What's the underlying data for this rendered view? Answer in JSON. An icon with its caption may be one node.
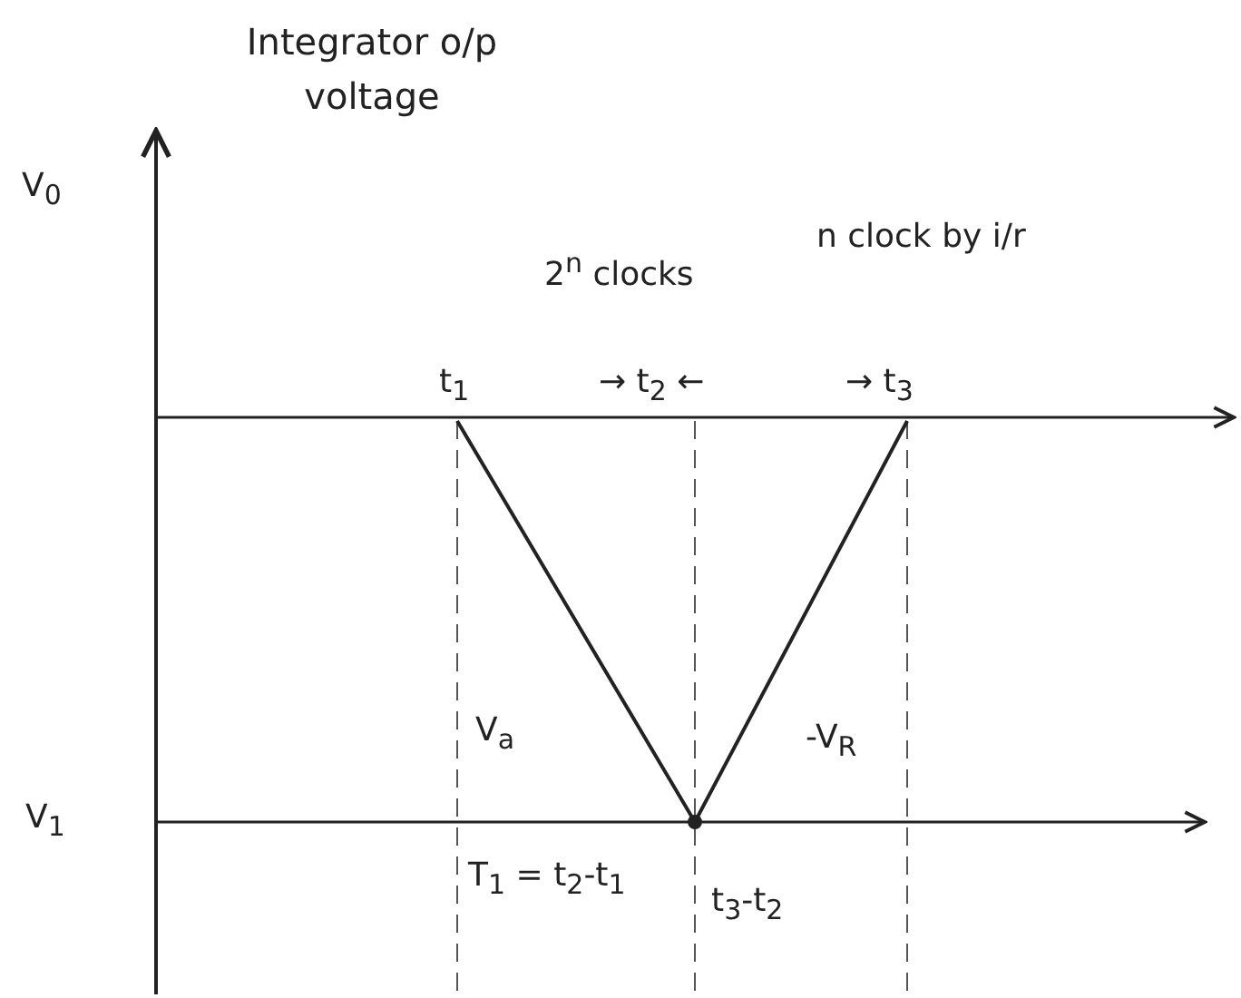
{
  "diagram": {
    "title": "Integrator o/p voltage",
    "labels": [
      "V$_{0}$",
      "2$^{n}$ clocks",
      "n clock by i/r",
      "t$_{1}$",
      "→ t$_{2}$ ←",
      "→ t$_{3}$",
      "V$_{a}$",
      "-V$_{R}$",
      "V$_{1}$",
      "T$_{1}$ = t$_{2}$-t$_{1}$",
      "t$_{3}$-t$_{2}$"
    ]
  }
}
